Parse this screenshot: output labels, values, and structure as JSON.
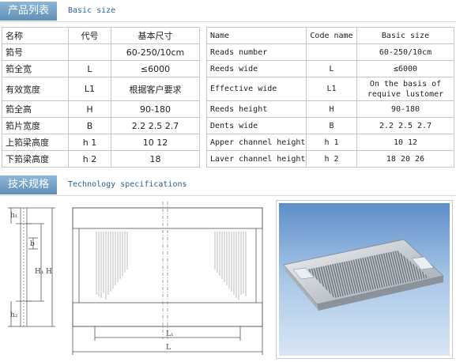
{
  "basic": {
    "title": "产品列表",
    "subtitle": "Basic size"
  },
  "cn_table": {
    "headers": [
      "名称",
      "代号",
      "基本尺寸"
    ],
    "rows": [
      [
        "筘号",
        "",
        "60-250/10cm"
      ],
      [
        "筘全宽",
        "L",
        "≤6000"
      ],
      [
        "有效宽度",
        "L1",
        "根据客户要求"
      ],
      [
        "筘全高",
        "H",
        "90-180"
      ],
      [
        "筘片宽度",
        "B",
        "2.2  2.5  2.7"
      ],
      [
        "上筘梁高度",
        "h 1",
        "10  12"
      ],
      [
        "下筘梁高度",
        "h 2",
        "18"
      ]
    ]
  },
  "en_table": {
    "headers": [
      "Name",
      "Code name",
      "Basic size"
    ],
    "rows": [
      [
        "Reads number",
        "",
        "60-250/10cm"
      ],
      [
        "Reeds wide",
        "L",
        "≤6000"
      ],
      [
        "Effective wide",
        "L1",
        "On the basis of requive lustomer"
      ],
      [
        "Reeds height",
        "H",
        "90-180"
      ],
      [
        "Dents wide",
        "B",
        "2.2  2.5  2.7"
      ],
      [
        "Apper channel height",
        "h 1",
        "10  12"
      ],
      [
        "Laver channel height",
        "h 2",
        "18  20  26"
      ]
    ]
  },
  "tech": {
    "title": "技术规格",
    "subtitle": "Technology specifications"
  },
  "drawing_labels": {
    "h1": "h₁",
    "b": "b",
    "H1": "H₁",
    "H": "H",
    "h2": "h₂",
    "L1": "L₁",
    "L": "L"
  },
  "colors": {
    "tab_bg": "#6f9cc2",
    "subtitle": "#2a5f8f",
    "border": "#c6c6c6",
    "photo_bg": "#9ec0e4"
  }
}
